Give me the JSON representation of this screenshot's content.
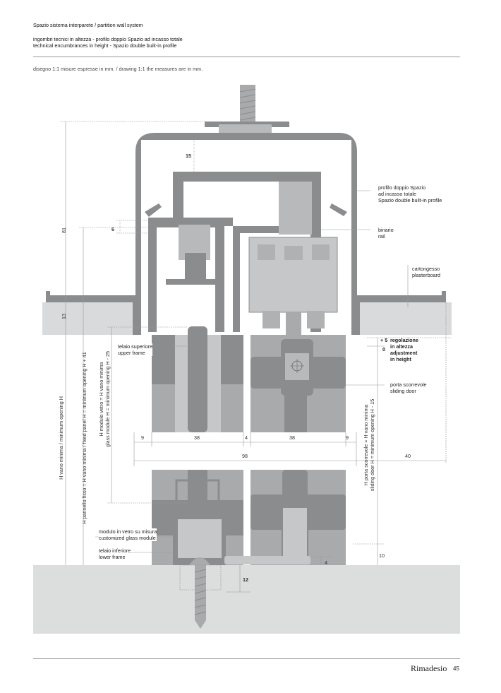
{
  "header": {
    "title": "Spazio sistema interparete / partition wall system",
    "subtitle_it": "ingombri tecnici in altezza - profilo doppio Spazio ad incasso totale",
    "subtitle_en": "technical encumbrances in height - Spazio double built-in profile",
    "note": "disegno 1:1 misure espresse in mm. / drawing 1:1 the measures are in mm."
  },
  "labels": {
    "profile": [
      "profilo doppio Spazio",
      "ad incasso totale",
      "Spazio double built-in profile"
    ],
    "rail": [
      "binario",
      "rail"
    ],
    "plasterboard": [
      "cartongesso",
      "plasterboard"
    ],
    "adjustment": [
      "regolazione",
      "in altezza",
      "adjustment",
      "in height"
    ],
    "adjustment_plus": "+ 5",
    "adjustment_zero": "0",
    "sliding_door": [
      "porta scorrevole",
      "sliding door"
    ],
    "upper_frame": [
      "telaio superiore",
      "upper frame"
    ],
    "glass_module": [
      "modulo in vetro su misura",
      "customized glass module"
    ],
    "lower_frame": [
      "telaio inferiore",
      "lower frame"
    ]
  },
  "vertical_labels": {
    "min_opening": "H vano minima / minimum opening H",
    "fixed_panel": "H pannello fisso = H vano minima / fixed panel H = minimum opening H + 41",
    "glass_module_1": "H modulo vetro = H vano minima",
    "glass_module_2": "glass module H = minimum opening H - 25",
    "sliding_door_1": "H porta scorrevole = H vano minima",
    "sliding_door_2": "sliding door H = minimum opening H - 15"
  },
  "dimensions": {
    "d81": "81",
    "d13": "13",
    "d15": "15",
    "d6": "6",
    "d9a": "9",
    "d38a": "38",
    "d4a": "4",
    "d38b": "38",
    "d9b": "9",
    "d98": "98",
    "d40": "40",
    "d10": "10",
    "d4b": "4",
    "d12": "12"
  },
  "footer": {
    "brand": "Rimadesio",
    "page": "45"
  },
  "colors": {
    "dark": "#8b8c8e",
    "mid": "#a9aaac",
    "light": "#c6c7c9",
    "board": "#d9dadb"
  }
}
